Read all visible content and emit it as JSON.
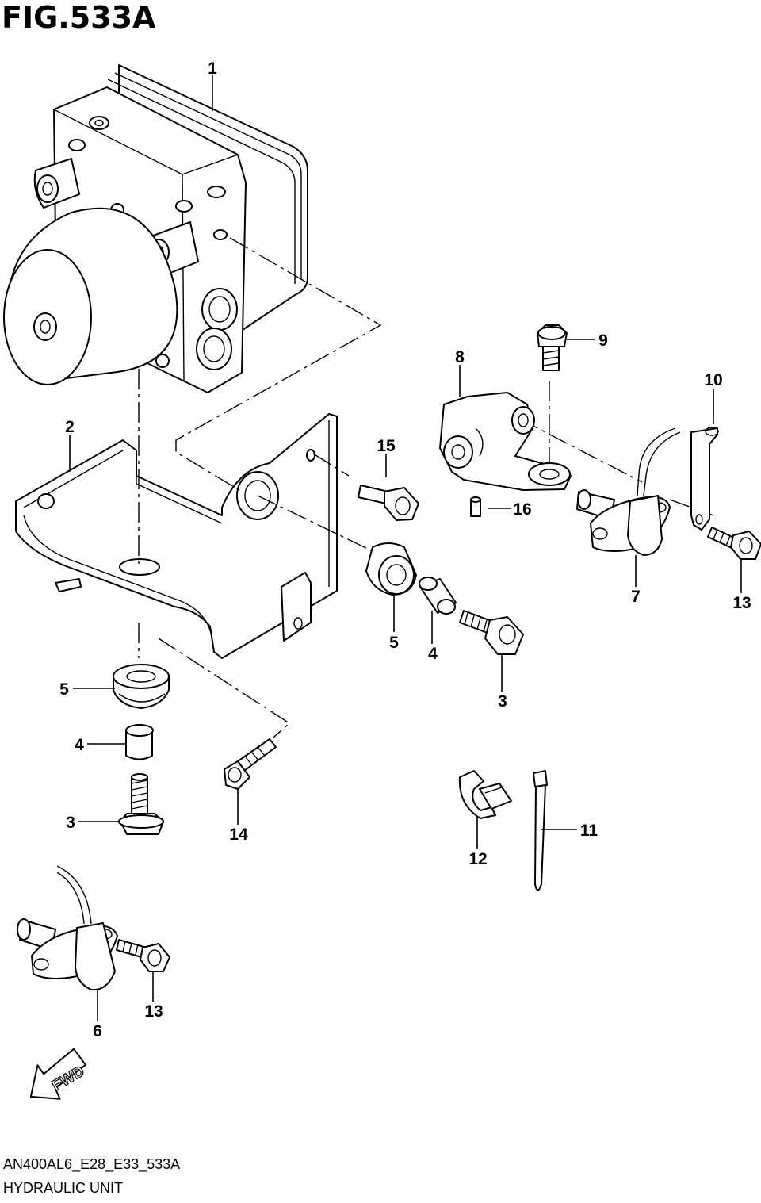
{
  "figure": {
    "title": "FIG.533A",
    "model_code": "AN400AL6_E28_E33_533A",
    "section_name": "HYDRAULIC UNIT",
    "fwd_label": "FWD"
  },
  "callouts": {
    "c1": "1",
    "c2": "2",
    "c3a": "3",
    "c3b": "3",
    "c4a": "4",
    "c4b": "4",
    "c5a": "5",
    "c5b": "5",
    "c6": "6",
    "c7": "7",
    "c8": "8",
    "c9": "9",
    "c10": "10",
    "c11": "11",
    "c12": "12",
    "c13a": "13",
    "c13b": "13",
    "c14": "14",
    "c15": "15",
    "c16": "16"
  }
}
